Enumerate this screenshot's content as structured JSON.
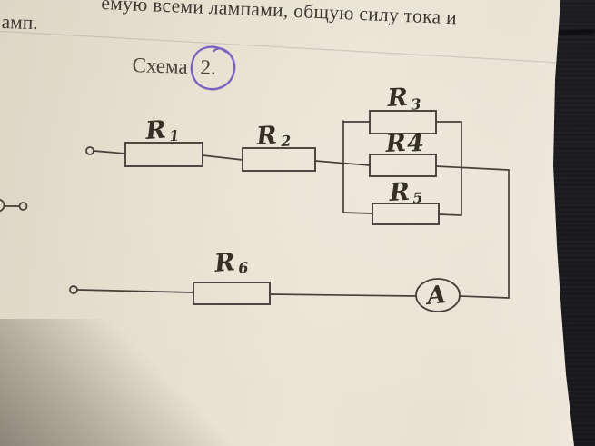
{
  "photo": {
    "header_text_line1": "емую всеми лампами, общую силу тока и",
    "header_text_line2": "амп.",
    "schema_label": "Схема",
    "schema_number": "2."
  },
  "circuit": {
    "type": "resistor-network",
    "description_visible_elements": "series R1, R2 into parallel group R3 R4 R5; second line with R6 and ammeter A",
    "resistors": [
      {
        "id": "R1",
        "base": "R",
        "sub": "1"
      },
      {
        "id": "R2",
        "base": "R",
        "sub": "2"
      },
      {
        "id": "R3",
        "base": "R",
        "sub": "3"
      },
      {
        "id": "R4",
        "base": "R",
        "sub": "4"
      },
      {
        "id": "R5",
        "base": "R",
        "sub": "5"
      },
      {
        "id": "R6",
        "base": "R",
        "sub": "6"
      }
    ],
    "ammeter_label": "A"
  },
  "colors": {
    "paper": "#e8e1d1",
    "background_dark": "#1c1b20",
    "printed_ink": "#3b3731",
    "circuit_ink": "#46403a",
    "handwriting_ink": "#362f26",
    "pen_annotation": "#6a58bf"
  }
}
